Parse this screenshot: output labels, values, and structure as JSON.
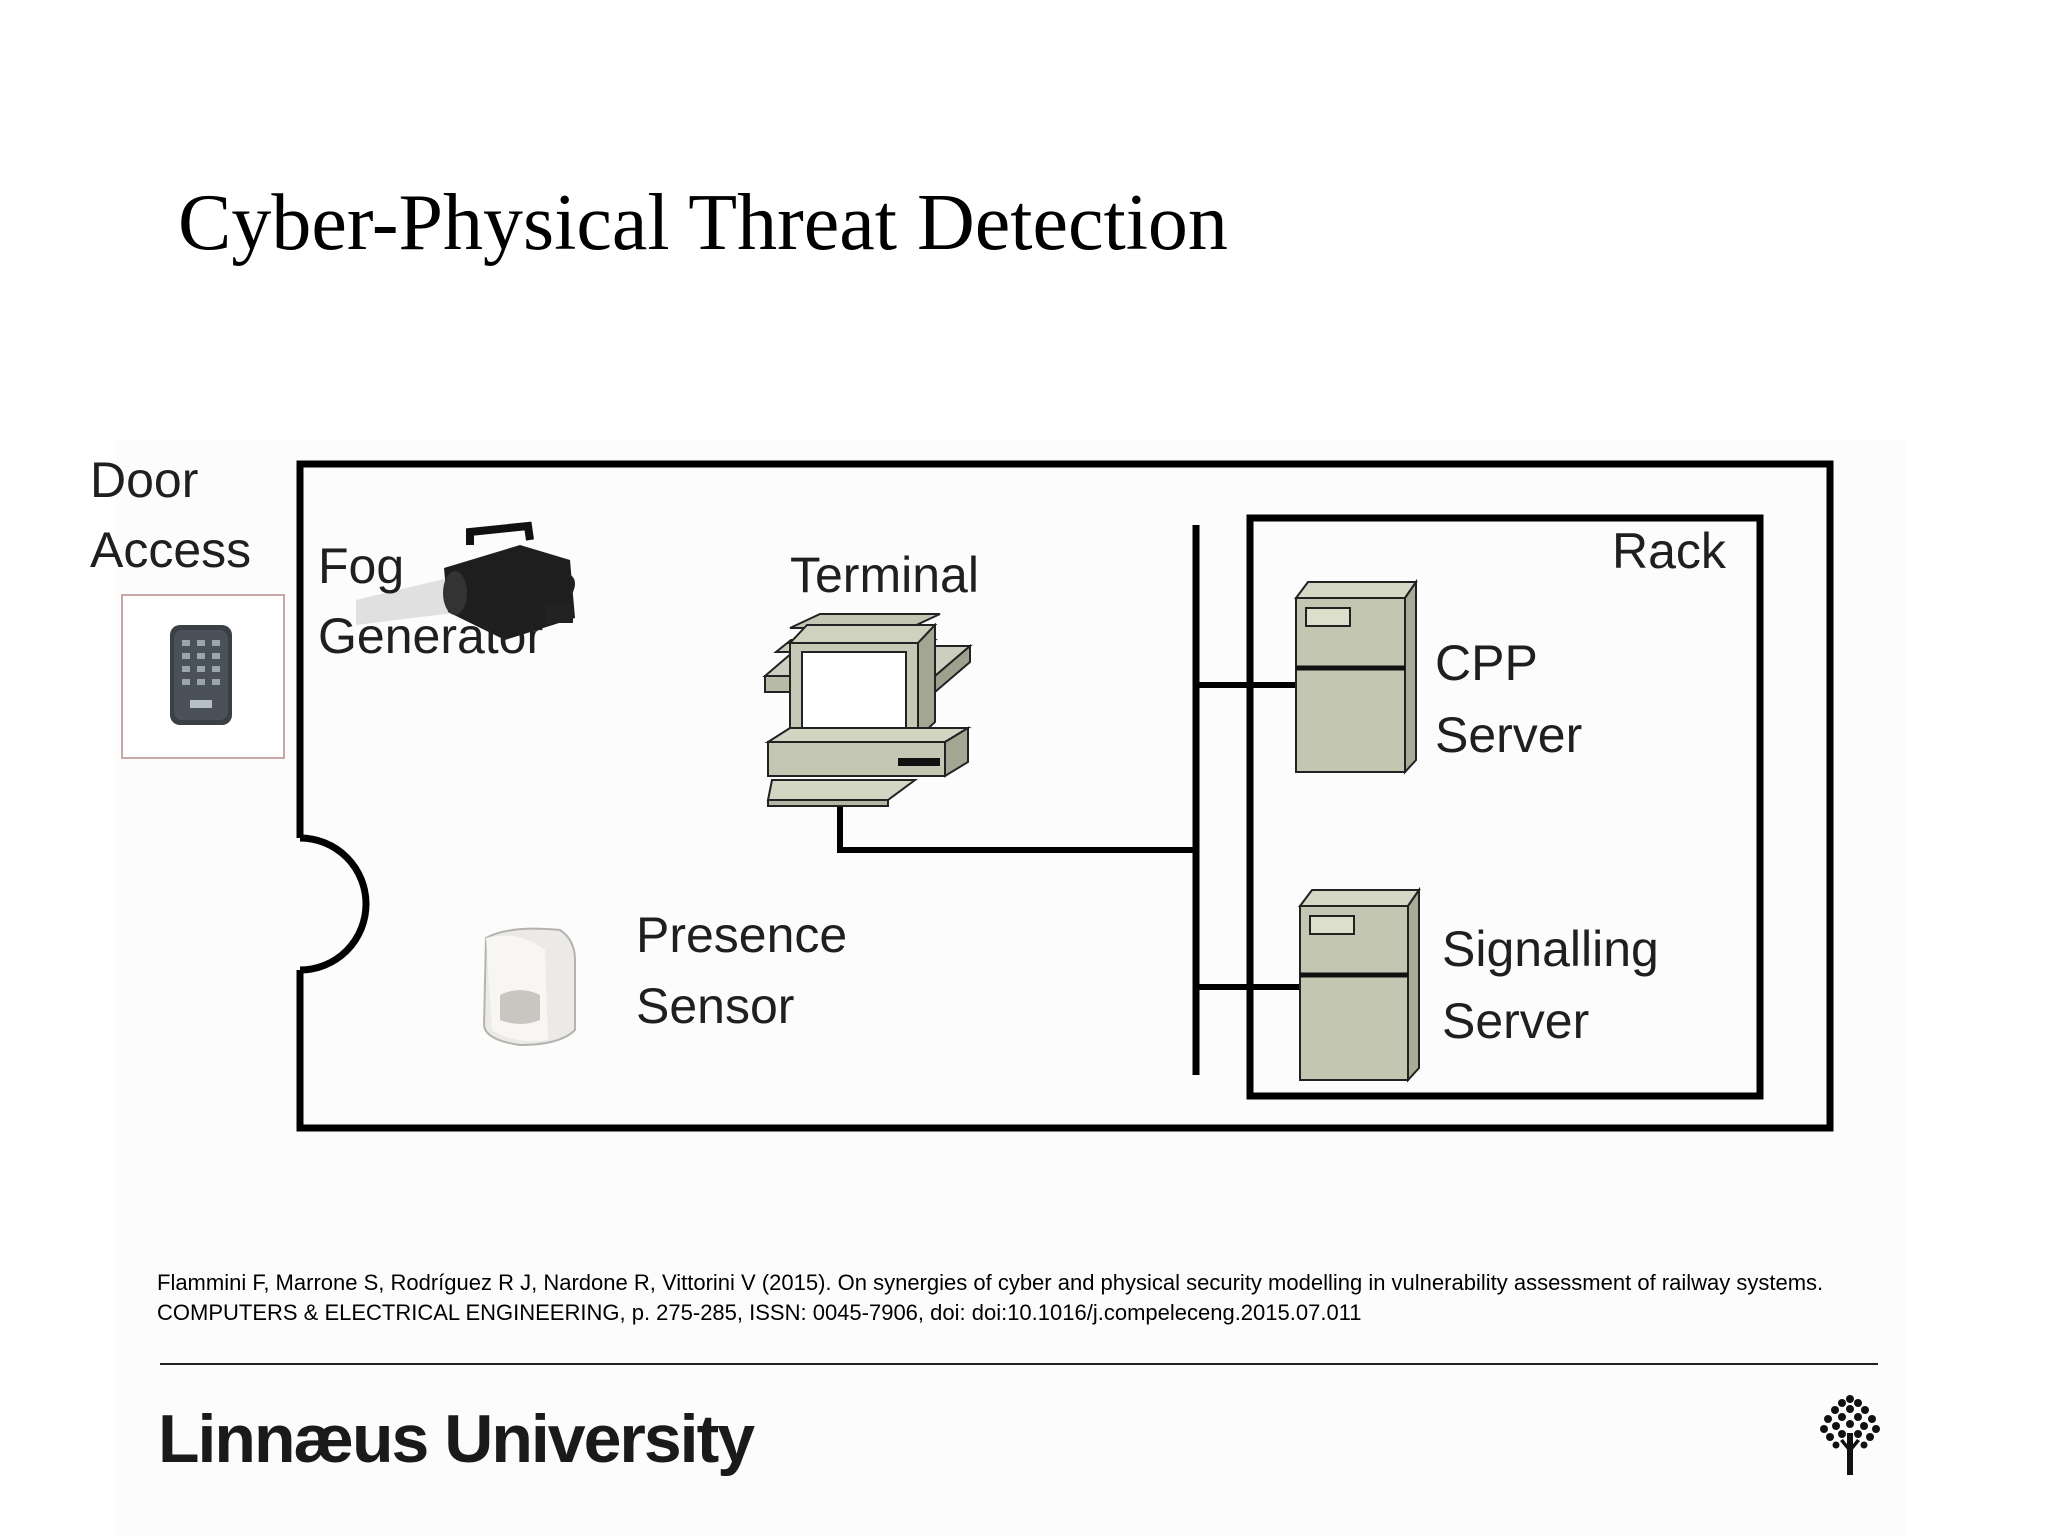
{
  "slide": {
    "title": "Cyber-Physical Threat Detection"
  },
  "diagram": {
    "labels": {
      "door_access_line1": "Door",
      "door_access_line2": "Access",
      "fog_line1": "Fog",
      "fog_line2": "Generator",
      "terminal": "Terminal",
      "rack": "Rack",
      "cpp_line1": "CPP",
      "cpp_line2": "Server",
      "signalling_line1": "Signalling",
      "signalling_line2": "Server",
      "presence_line1": "Presence",
      "presence_line2": "Sensor"
    },
    "icons": [
      "keypad-icon",
      "fog-machine-icon",
      "computer-terminal-icon",
      "server-tower-icon",
      "motion-sensor-icon"
    ]
  },
  "citation": {
    "line1": "Flammini F, Marrone S, Rodríguez R J, Nardone R, Vittorini V (2015). On synergies of cyber and physical security modelling in vulnerability assessment of railway systems.",
    "line2": "COMPUTERS & ELECTRICAL ENGINEERING, p. 275-285, ISSN: 0045-7906, doi: doi:10.1016/j.compeleceng.2015.07.011"
  },
  "footer": {
    "university": "Linnæus University",
    "logo_icon": "tree-logo-icon"
  }
}
